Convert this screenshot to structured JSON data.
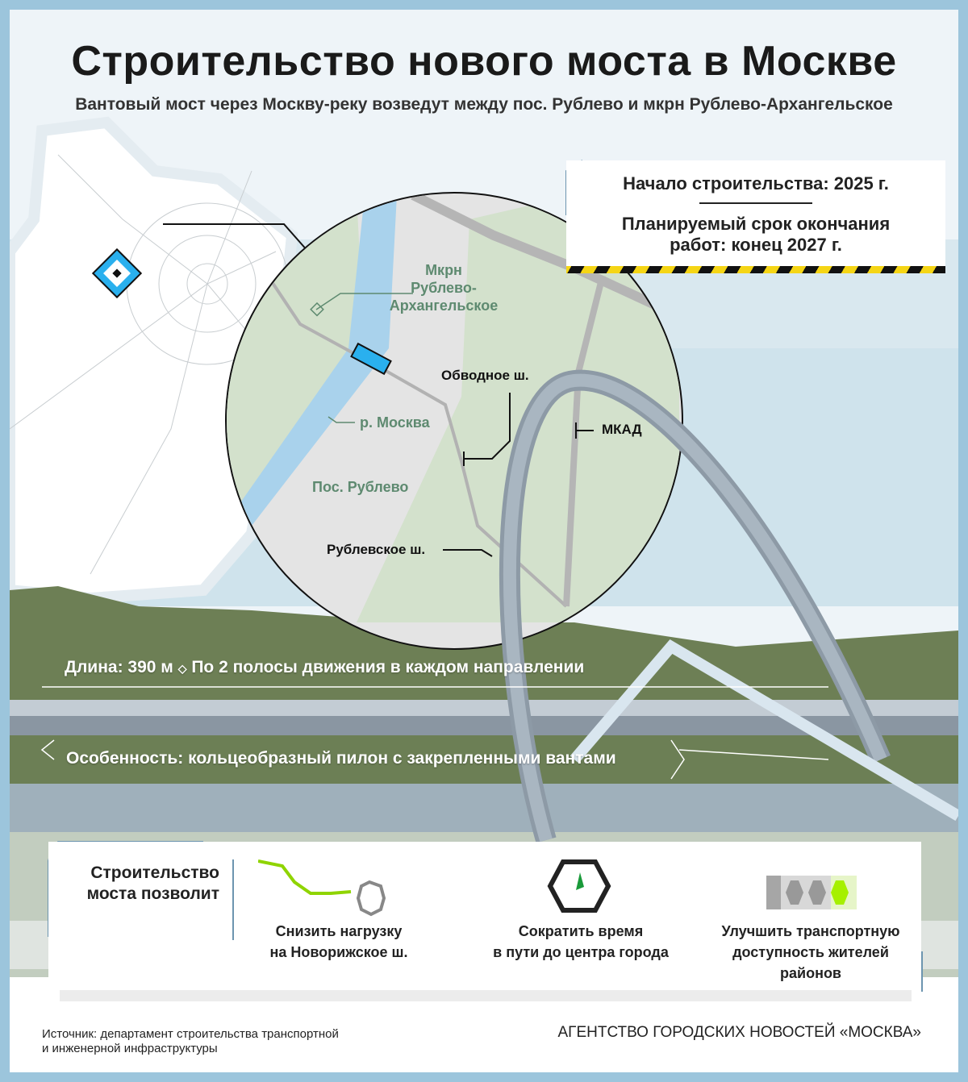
{
  "header": {
    "title": "Строительство нового моста в Москве",
    "subtitle": "Вантовый мост через Москву-реку возведут между пос. Рублево и мкрн Рублево-Архангельское"
  },
  "dates": {
    "start": "Начало строительства: 2025 г.",
    "end_line1": "Планируемый срок окончания",
    "end_line2": "работ: конец 2027 г."
  },
  "map_labels": {
    "district_line1": "Мкрн",
    "district_line2": "Рублево-",
    "district_line3": "Архангельское",
    "river": "р. Москва",
    "settlement": "Пос. Рублево",
    "obvodnoe": "Обводное ш.",
    "mkad": "МКАД",
    "rublevskoe": "Рублевское ш."
  },
  "specs": {
    "length_label": "Длина:",
    "length_value": "390 м",
    "lanes_prefix": "По",
    "lanes_value": "2",
    "lanes_suffix": "полосы движения в каждом направлении",
    "feature": "Особенность: кольцеобразный пилон с закрепленными вантами"
  },
  "benefits": {
    "heading_line1": "Строительство",
    "heading_line2": "моста позволит",
    "items": [
      {
        "icon": "route-icon",
        "line1": "Снизить нагрузку",
        "line2": "на Новорижское ш."
      },
      {
        "icon": "clock-icon",
        "line1": "Сократить время",
        "line2": "в пути до центра города"
      },
      {
        "icon": "traffic-icon",
        "line1": "Улучшить транспортную",
        "line2": "доступность жителей",
        "line3": "районов"
      }
    ]
  },
  "footer": {
    "source_line1": "Источник: департамент строительства транспортной",
    "source_line2": "и инженерной инфраструктуры",
    "agency": "АГЕНТСТВО ГОРОДСКИХ НОВОСТЕЙ «МОСКВА»"
  },
  "colors": {
    "accent_green": "#8fd400",
    "river": "#a9d2ec",
    "bridge_marker": "#2ab0ee"
  }
}
